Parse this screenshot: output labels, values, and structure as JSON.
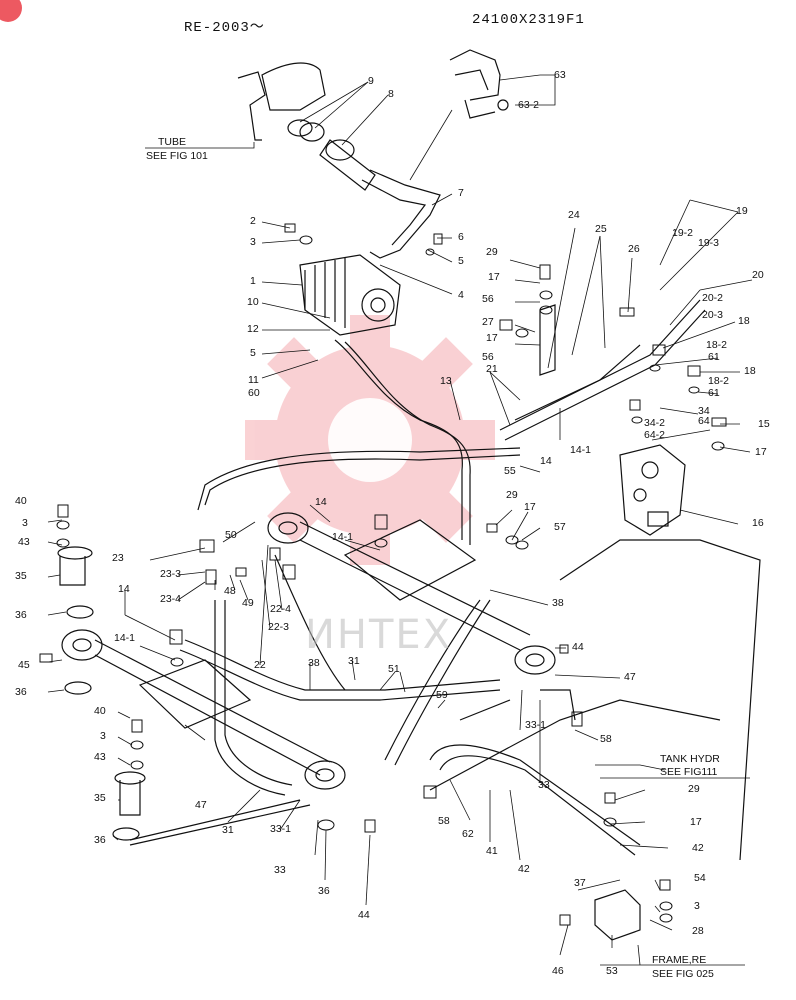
{
  "header": {
    "serial_range": "RE-2003～",
    "figure_code": "24100X2319F1"
  },
  "references": {
    "tube_title": "TUBE",
    "tube_see": "SEE FIG 101",
    "tank_title": "TANK HYDR",
    "tank_see": "SEE FIG111",
    "frame_title": "FRAME,RE",
    "frame_see": "SEE FIG 025"
  },
  "watermark": {
    "text": "ИНТЕХ",
    "color": "#e8303a"
  },
  "colors": {
    "line": "#111111",
    "watermark": "#e8303a"
  },
  "labels": {
    "l1": "1",
    "l2": "2",
    "l3": "3",
    "l4": "4",
    "l5": "5",
    "l5b": "5",
    "l6": "6",
    "l7": "7",
    "l8": "8",
    "l9": "9",
    "l10": "10",
    "l11": "11",
    "l12": "12",
    "l13": "13",
    "l14a": "14",
    "l14b": "14",
    "l14c": "14",
    "l14_1a": "14-1",
    "l14_1b": "14-1",
    "l14_1c": "14-1",
    "l15": "15",
    "l16": "16",
    "l17a": "17",
    "l17b": "17",
    "l17c": "17",
    "l17d": "17",
    "l17e": "17",
    "l18a": "18",
    "l18b": "18",
    "l18_2a": "18-2",
    "l18_2b": "18-2",
    "l19": "19",
    "l19_2": "19-2",
    "l19_3": "19-3",
    "l20": "20",
    "l20_2": "20-2",
    "l20_3": "20-3",
    "l21": "21",
    "l22": "22",
    "l22_3": "22-3",
    "l22_4": "22-4",
    "l23": "23",
    "l23_3": "23-3",
    "l23_4": "23-4",
    "l24": "24",
    "l25": "25",
    "l26": "26",
    "l27": "27",
    "l28": "28",
    "l29a": "29",
    "l29b": "29",
    "l29c": "29",
    "l3a": "3",
    "l3b": "3",
    "l3c": "3",
    "l31a": "31",
    "l31b": "31",
    "l33a": "33",
    "l33b": "33",
    "l33_1a": "33-1",
    "l33_1b": "33-1",
    "l34": "34",
    "l34_2": "34-2",
    "l35a": "35",
    "l35b": "35",
    "l36a": "36",
    "l36b": "36",
    "l36c": "36",
    "l36d": "36",
    "l37": "37",
    "l38a": "38",
    "l38b": "38",
    "l40a": "40",
    "l40b": "40",
    "l41": "41",
    "l42a": "42",
    "l42b": "42",
    "l43a": "43",
    "l43b": "43",
    "l44a": "44",
    "l44b": "44",
    "l45": "45",
    "l46": "46",
    "l47a": "47",
    "l47b": "47",
    "l48": "48",
    "l49": "49",
    "l50": "50",
    "l51": "51",
    "l53": "53",
    "l54": "54",
    "l55": "55",
    "l56a": "56",
    "l56b": "56",
    "l57": "57",
    "l58a": "58",
    "l58b": "58",
    "l59": "59",
    "l60": "60",
    "l61a": "61",
    "l61b": "61",
    "l62": "62",
    "l63": "63",
    "l63_2": "63-2",
    "l64": "64",
    "l64_2": "64-2"
  }
}
